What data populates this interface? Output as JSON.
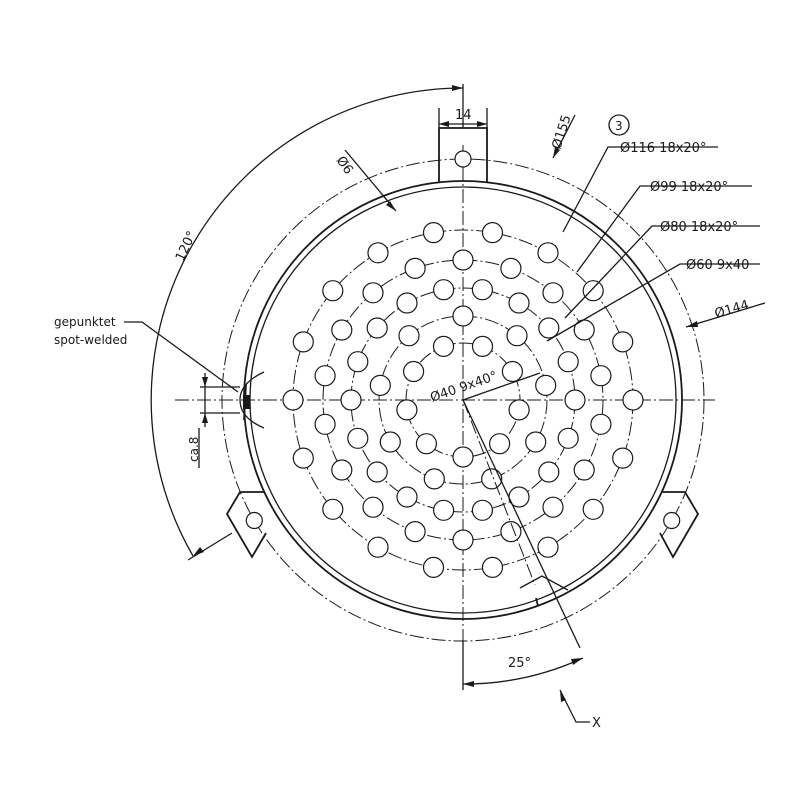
{
  "labels": {
    "width_14": "14",
    "dia_155": "Ø155",
    "item_3": "3",
    "spec_116": "Ø116  18x20°",
    "spec_99": "Ø99  18x20°",
    "spec_80": "Ø80  18x20°",
    "spec_60": "Ø60  9x40",
    "spec_40": "Ø40  9x40°",
    "dia_144": "Ø144",
    "hole_dia_6": "Ø6",
    "angle_120": "120°",
    "angle_25": "25°",
    "weld_de": "gepunktet",
    "weld_en": "spot-welded",
    "ca_8": "ca.8",
    "view_x": "X"
  }
}
